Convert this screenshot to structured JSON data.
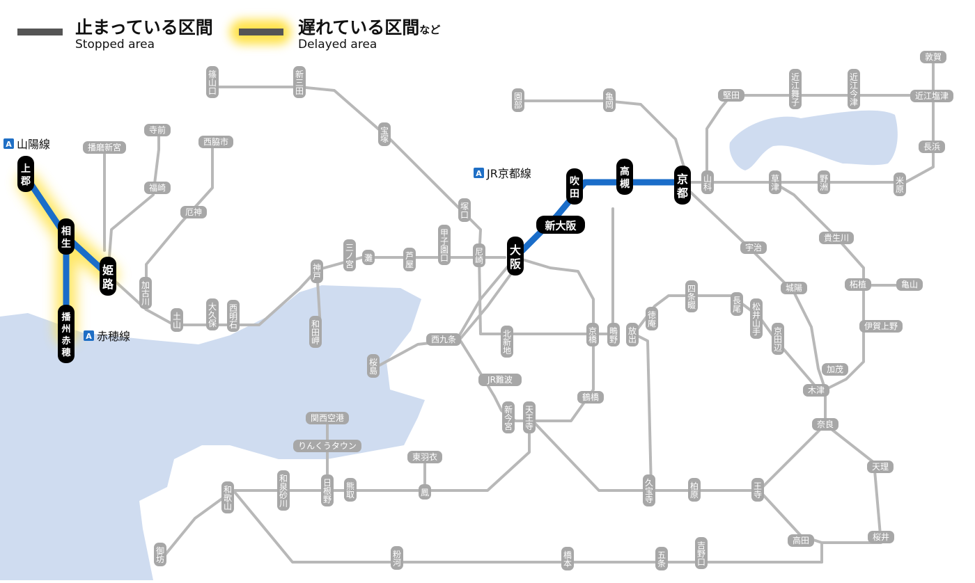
{
  "legend": {
    "stopped_jp": "止まっている区間",
    "stopped_en": "Stopped area",
    "delayed_jp": "遅れている区間",
    "delayed_suffix": "など",
    "delayed_en": "Delayed area"
  },
  "colors": {
    "water": "#cfdcf0",
    "track": "#b8b8b8",
    "stopped": "#555555",
    "affected": "#1a6dc9",
    "glow": "#ffe34d",
    "station_pill": "#a7a7a7",
    "key_station": "#000000",
    "line_badge": "#1f6fc5"
  },
  "line_labels": [
    {
      "badge": "A",
      "text": "山陽線"
    },
    {
      "badge": "A",
      "text": "JR京都線"
    },
    {
      "badge": "A",
      "text": "赤穂線"
    }
  ],
  "key_stations": [
    "上郡",
    "相生",
    "姫路",
    "播州赤穂",
    "大阪",
    "新大阪",
    "吹田",
    "高槻",
    "京都"
  ],
  "stations": [
    "篠山口",
    "新三田",
    "宝塚",
    "塚口",
    "尼崎",
    "甲子園口",
    "芦屋",
    "灘",
    "三ノ宮",
    "神戸",
    "和田岬",
    "西明石",
    "大久保",
    "土山",
    "加古川",
    "厄神",
    "西脇市",
    "寺前",
    "福崎",
    "播磨新宮",
    "園部",
    "亀岡",
    "堅田",
    "近江舞子",
    "近江今津",
    "近江塩津",
    "敦賀",
    "長浜",
    "米原",
    "野洲",
    "草津",
    "山科",
    "宇治",
    "城陽",
    "京田辺",
    "松井山手",
    "長尾",
    "四条畷",
    "徳庵",
    "放出",
    "鴫野",
    "京橋",
    "北新地",
    "西九条",
    "桜島",
    "JR難波",
    "新今宮",
    "天王寺",
    "鶴橋",
    "関西空港",
    "りんくうタウン",
    "東羽衣",
    "鳳",
    "熊取",
    "日根野",
    "和泉砂川",
    "和歌山",
    "御坊",
    "粉河",
    "橋本",
    "五条",
    "吉野口",
    "高田",
    "桜井",
    "王寺",
    "柏原",
    "久宝寺",
    "奈良",
    "木津",
    "加茂",
    "天理",
    "伊賀上野",
    "柘植",
    "亀山",
    "貴生川"
  ]
}
